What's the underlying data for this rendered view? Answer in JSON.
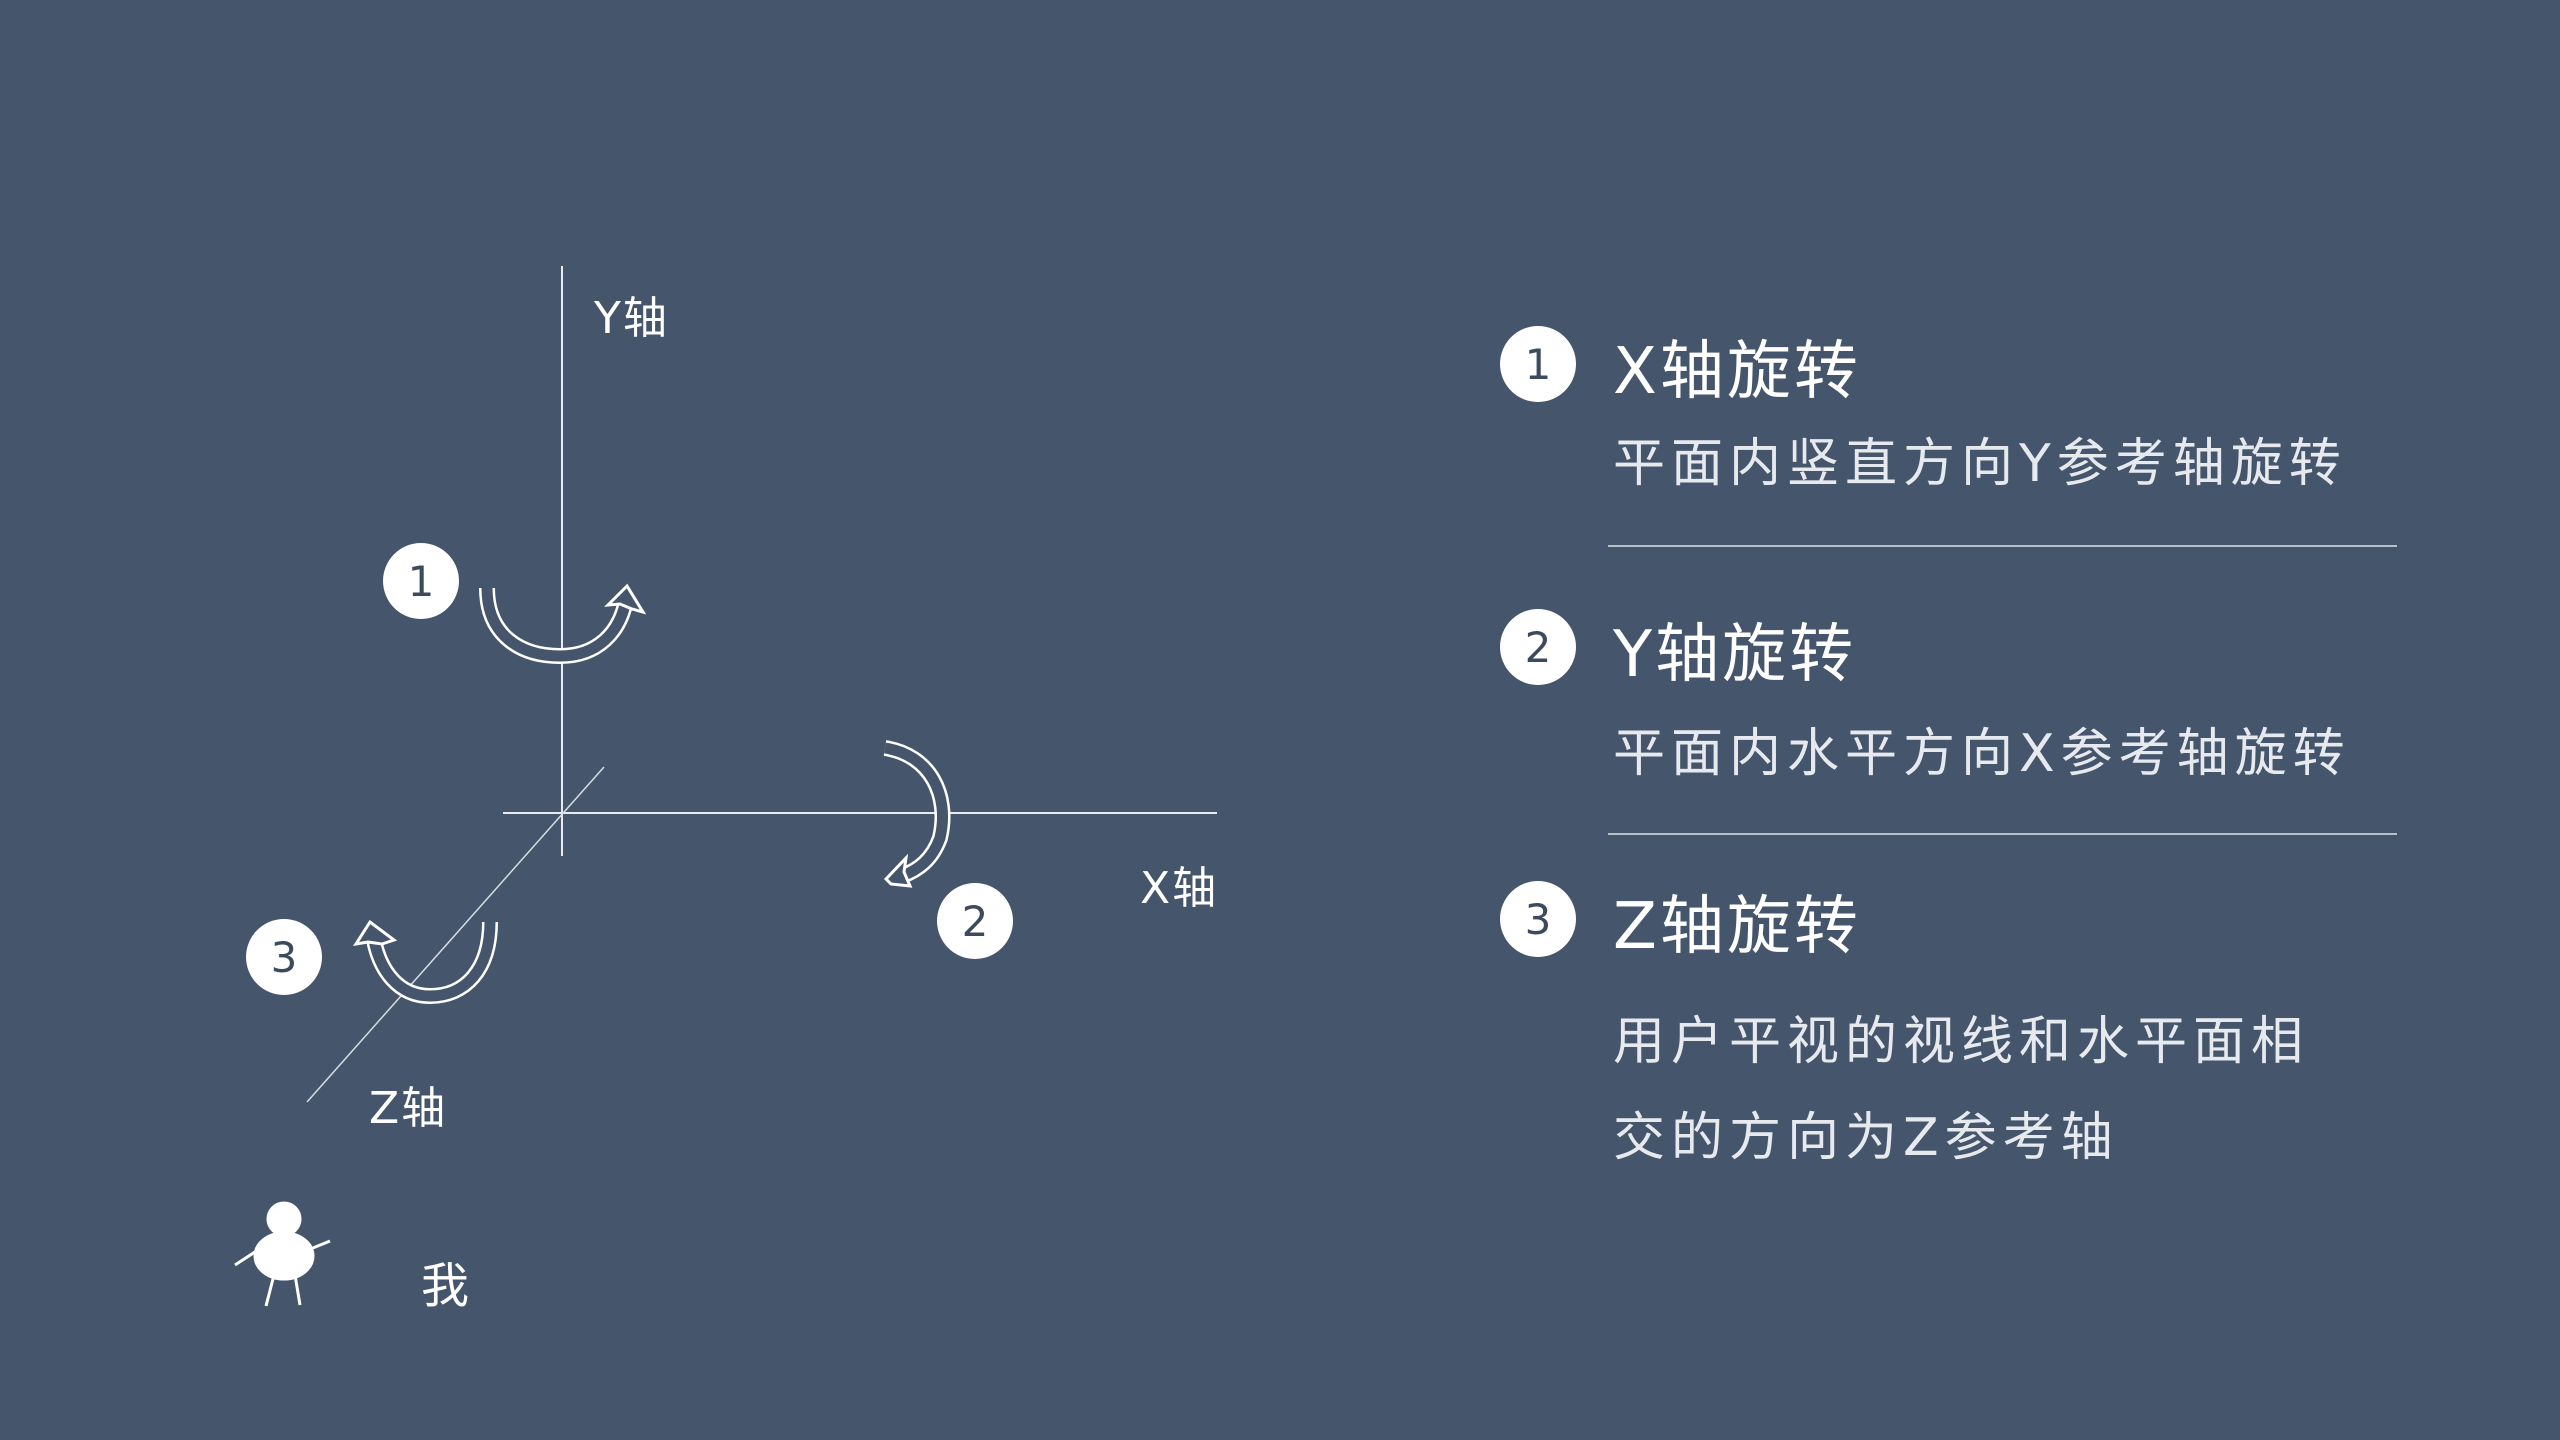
{
  "axes": {
    "y_label": "Y轴",
    "x_label": "X轴",
    "z_label": "Z轴"
  },
  "viewer_label": "我",
  "markers": [
    "1",
    "2",
    "3"
  ],
  "items": [
    {
      "num": "1",
      "title": "X轴旋转",
      "desc": [
        "平面内竖直方向Y参考轴旋转"
      ]
    },
    {
      "num": "2",
      "title": "Y轴旋转",
      "desc": [
        "平面内水平方向X参考轴旋转"
      ]
    },
    {
      "num": "3",
      "title": "Z轴旋转",
      "desc": [
        "用户平视的视线和水平面相",
        "交的方向为Z参考轴"
      ]
    }
  ],
  "colors": {
    "background": "#45556b",
    "foreground": "#ffffff"
  }
}
